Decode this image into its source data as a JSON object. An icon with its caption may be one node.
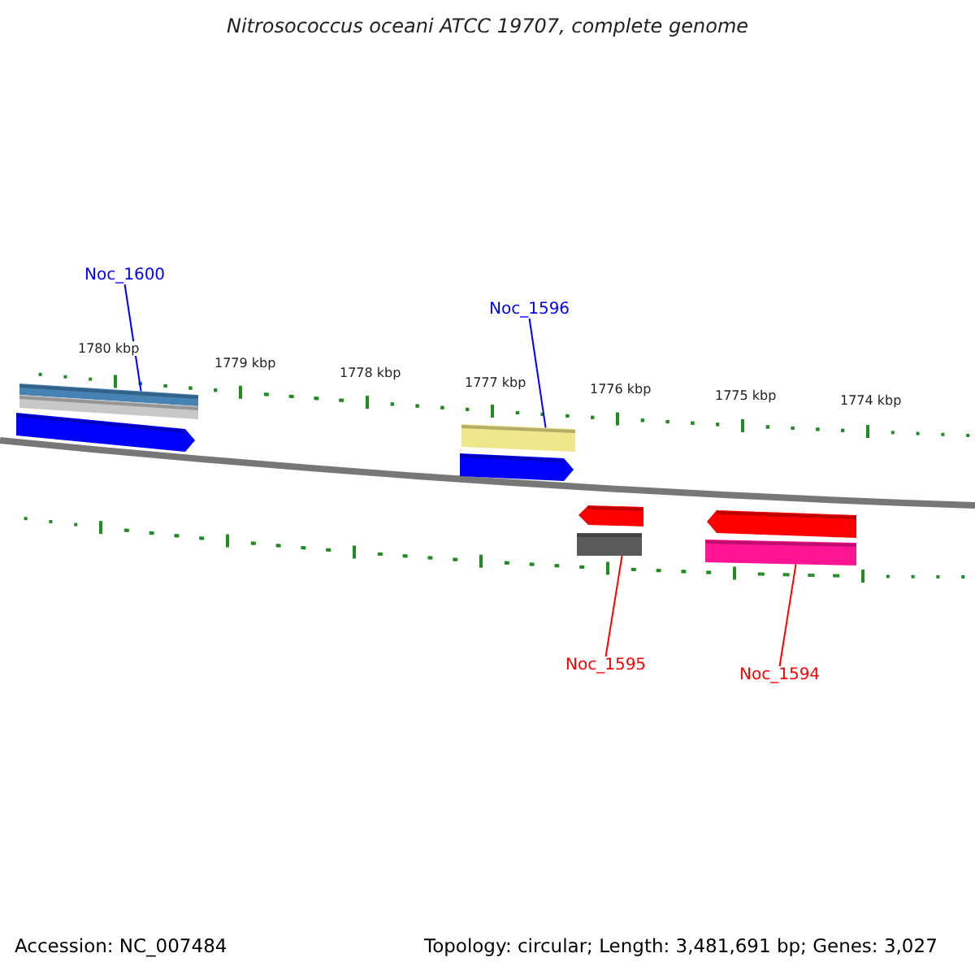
{
  "diagram": {
    "title": "Nitrosococcus oceani ATCC 19707, complete genome",
    "nodes": [
      {
        "text": [
          "Noc_1600"
        ]
      },
      {
        "text": [
          "Noc_1596"
        ]
      },
      {
        "text": [],
        "shape": "bar"
      },
      {
        "text": [],
        "shape": "bar"
      },
      {
        "text": [],
        "shape": "arrow"
      },
      {
        "text": [],
        "shape": "bar"
      },
      {
        "text": [],
        "shape": "arrow"
      },
      {
        "text": [],
        "shape": "arrow"
      },
      {
        "text": [],
        "shape": "bar"
      },
      {
        "text": [],
        "shape": "arrow"
      },
      {
        "text": [],
        "shape": "bar"
      },
      {
        "text": [
          "Noc_1595"
        ]
      },
      {
        "text": [
          "Noc_1594"
        ]
      }
    ],
    "edges": [
      {
        "from": 0,
        "to": 2,
        "arrow": "none",
        "color": "#0000ff"
      },
      {
        "from": 1,
        "to": 5,
        "arrow": "none",
        "color": "#0000ff"
      },
      {
        "from": 11,
        "to": 8,
        "arrow": "none",
        "color": "#ff0000"
      },
      {
        "from": 12,
        "to": 10,
        "arrow": "none",
        "color": "#ff0000"
      }
    ],
    "labels": [
      "1780 kbp",
      "1779 kbp",
      "1778 kbp",
      "1777 kbp",
      "1776 kbp",
      "1775 kbp",
      "1774 kbp",
      "Accession: NC_007484",
      "Topology: circular; Length: 3,481,691 bp; Genes: 3,027"
    ]
  }
}
